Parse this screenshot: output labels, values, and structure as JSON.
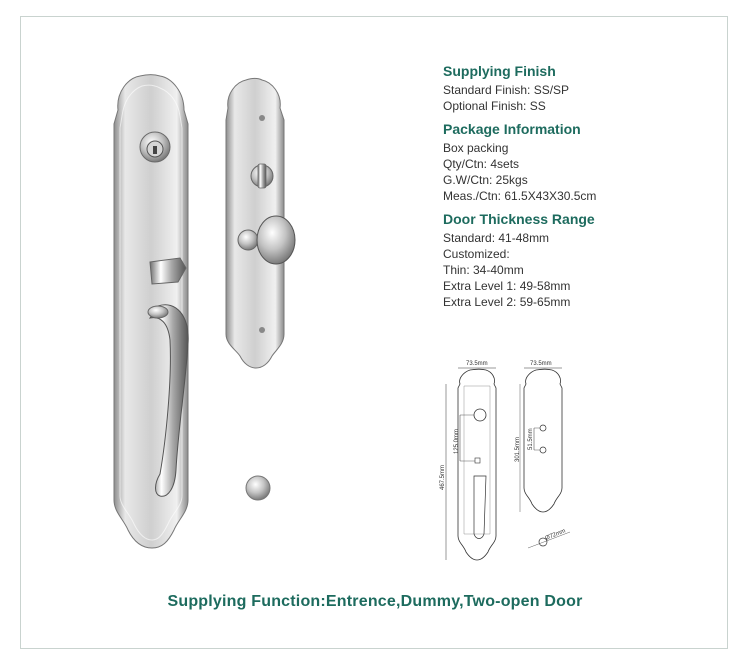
{
  "supplying_finish": {
    "title": "Supplying Finish",
    "lines": [
      "Standard Finish: SS/SP",
      "Optional Finish: SS"
    ]
  },
  "package_information": {
    "title": "Package Information",
    "lines": [
      "Box packing",
      "Qty/Ctn: 4sets",
      "G.W/Ctn: 25kgs",
      "Meas./Ctn: 61.5X43X30.5cm"
    ]
  },
  "door_thickness": {
    "title": "Door Thickness Range",
    "lines": [
      "Standard: 41-48mm",
      "Customized:",
      "Thin: 34-40mm",
      "Extra Level 1: 49-58mm",
      "Extra Level 2: 59-65mm"
    ]
  },
  "drawing": {
    "width_left": "73.5mm",
    "width_right": "73.5mm",
    "height_total": "467.5mm",
    "spacing_left": "125.0mm",
    "spacing_right": "301.5mm",
    "spacing_right_small": "51.5mm",
    "knob_diameter": "Ø72mm"
  },
  "footer": {
    "text": "Supplying Function:Entrence,Dummy,Two-open Door"
  },
  "colors": {
    "heading": "#1d6b5e",
    "text": "#333333",
    "frame": "#c9d3cf"
  }
}
